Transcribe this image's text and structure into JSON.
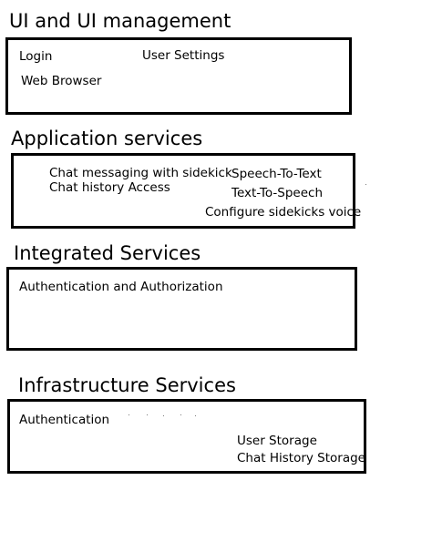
{
  "sections": [
    {
      "title": "UI and UI management",
      "items": [
        "Login",
        "User Settings",
        "Web Browser"
      ]
    },
    {
      "title": "Application services",
      "items": [
        "Chat messaging with sidekick",
        "Chat history Access",
        "Speech-To-Text",
        "Text-To-Speech",
        "Configure sidekicks voice"
      ]
    },
    {
      "title": "Integrated Services",
      "items": [
        "Authentication and Authorization"
      ]
    },
    {
      "title": "Infrastructure Services",
      "items": [
        "Authentication",
        "User Storage",
        "Chat History Storage"
      ]
    }
  ]
}
